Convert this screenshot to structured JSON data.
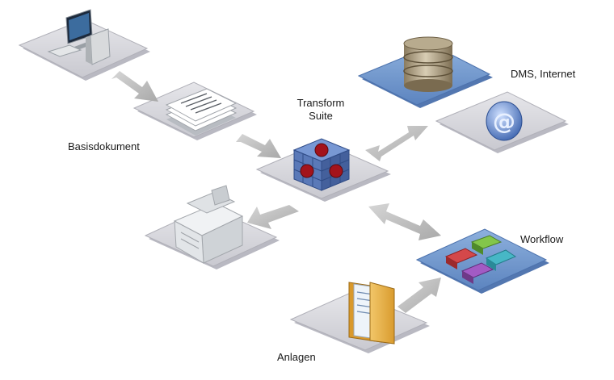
{
  "labels": {
    "basisdokument": "Basisdokument",
    "transform_line1": "Transform",
    "transform_line2": "Suite",
    "dms_internet": "DMS, Internet",
    "workflow": "Workflow",
    "anlagen": "Anlagen"
  },
  "icons": [
    "computer-icon",
    "document-stack-icon",
    "transform-cube-icon",
    "database-icon",
    "at-sign-icon",
    "printer-icon",
    "workflow-blocks-icon",
    "folder-icon"
  ],
  "colors": {
    "gray_platform": "#d6d6dc",
    "blue_platform": "#6f95c9",
    "arrow": "#c3c3c3",
    "cube_blue": "#5a79b8",
    "cube_red": "#a3131b"
  }
}
